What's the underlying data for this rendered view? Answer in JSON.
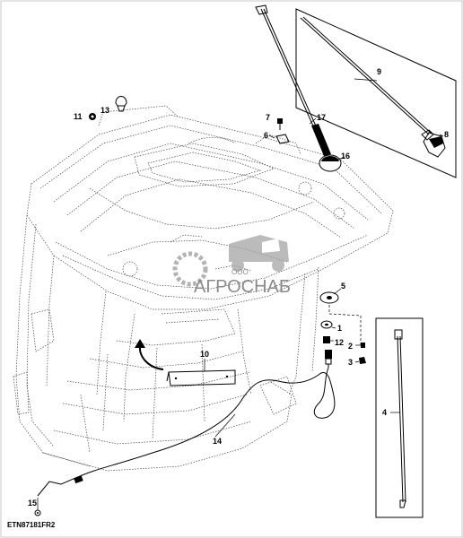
{
  "callouts": {
    "c1": "1",
    "c2": "2",
    "c3": "3",
    "c4": "4",
    "c5": "5",
    "c6": "6",
    "c7": "7",
    "c8": "8",
    "c9": "9",
    "c10": "10",
    "c11": "11",
    "c12": "12",
    "c13": "13",
    "c14": "14",
    "c15": "15",
    "c16": "16",
    "c17": "17"
  },
  "reference_code": "ETN87181FR2",
  "watermark": {
    "small": "ООО",
    "brand": "АГРОСНАБ"
  }
}
